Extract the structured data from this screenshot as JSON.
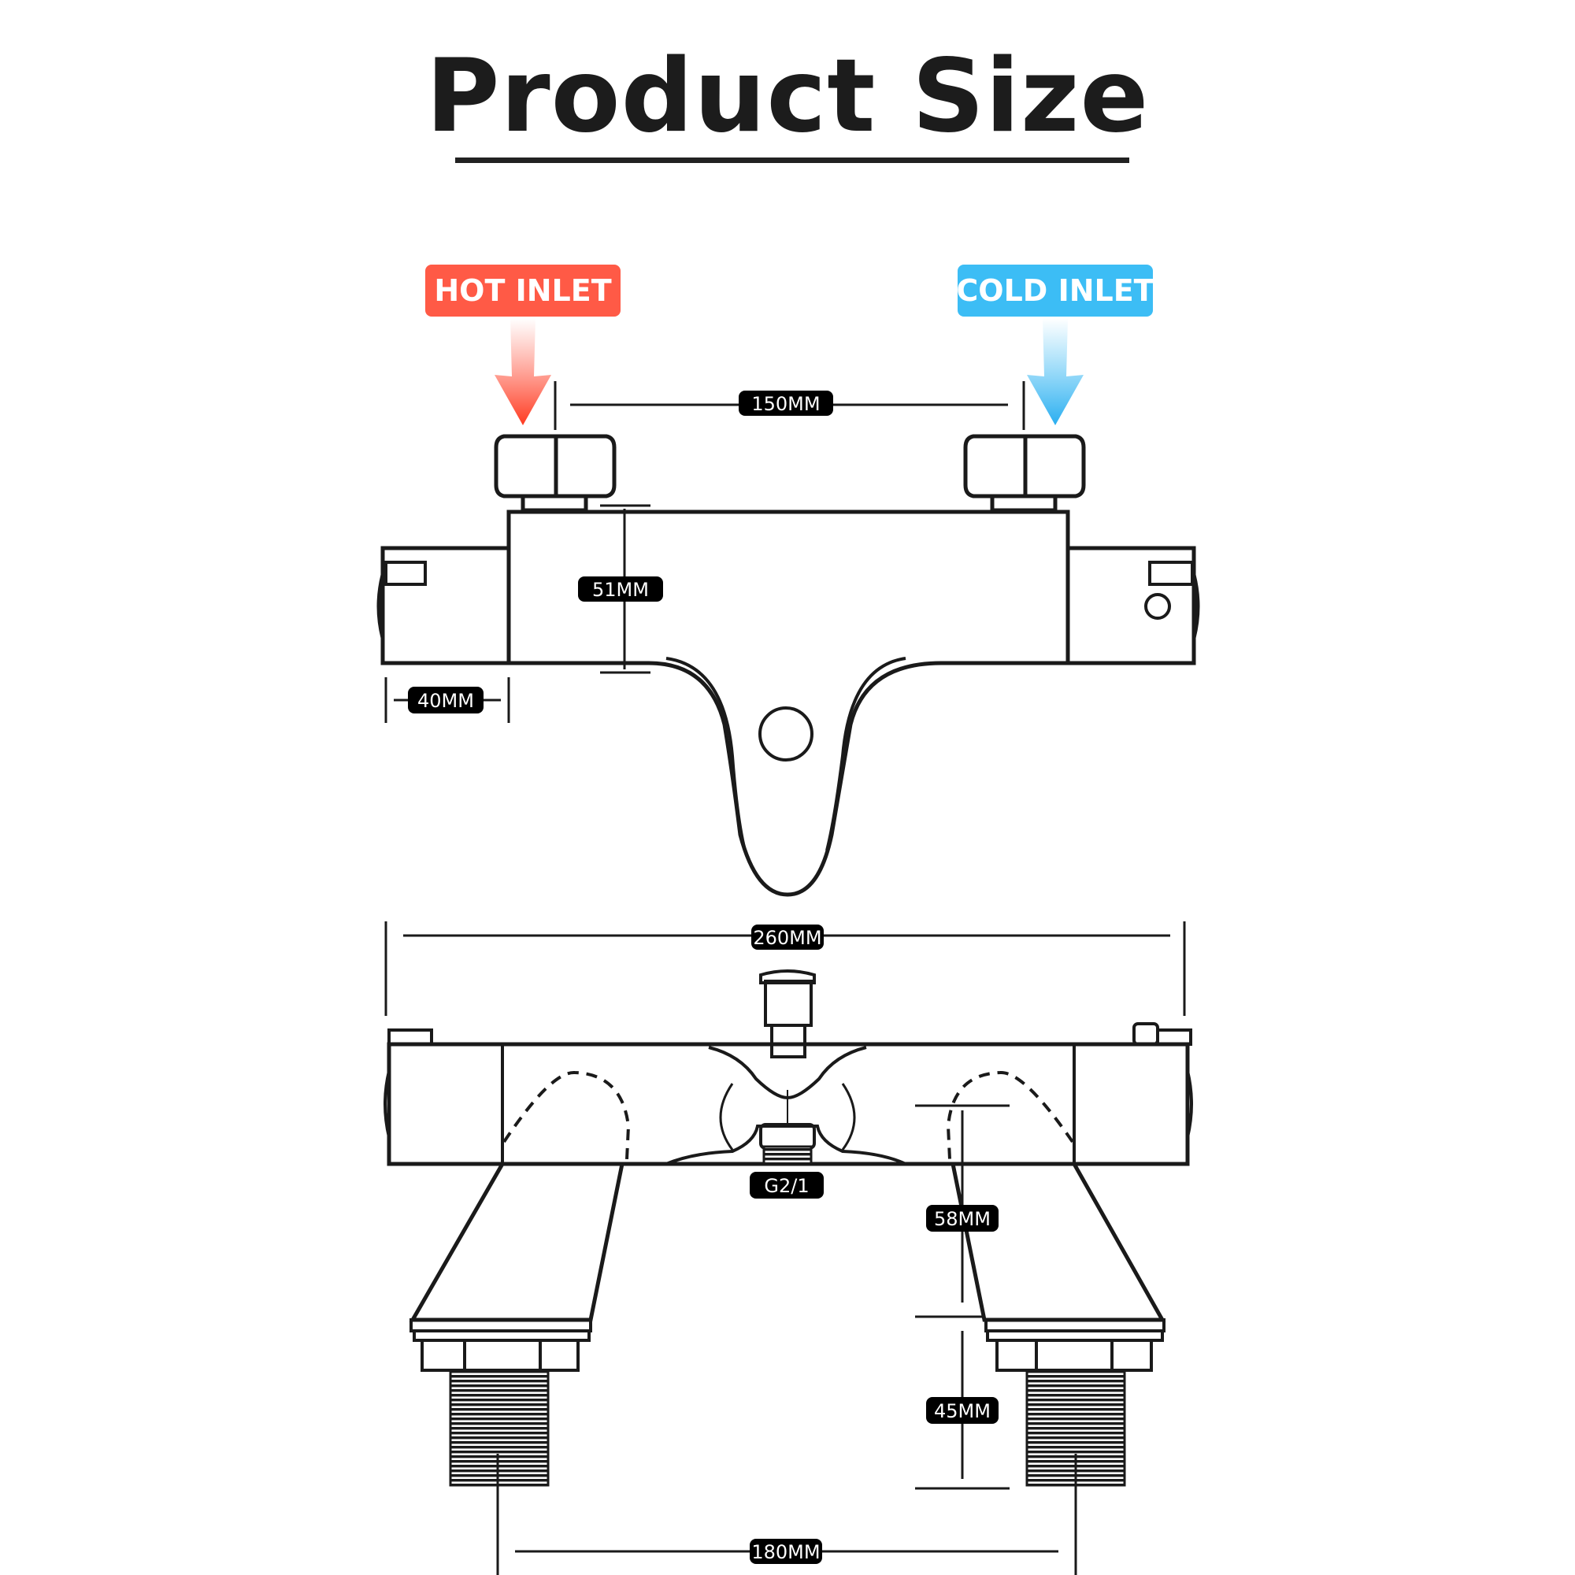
{
  "title": "Product Size",
  "inlets": {
    "hot": {
      "label": "HOT INLET",
      "color": "#ff5a46"
    },
    "cold": {
      "label": "COLD INLET",
      "color": "#3cbdf5"
    }
  },
  "dimensions": {
    "inlet_spacing": "150MM",
    "body_height": "51MM",
    "end_cap_width": "40MM",
    "overall_length": "260MM",
    "outlet_thread": "G2/1",
    "leg_height": "58MM",
    "thread_length": "45MM",
    "leg_spacing": "180MM"
  },
  "colors": {
    "line": "#1a1a1a",
    "badge": "#000000",
    "badge_text": "#ffffff"
  }
}
